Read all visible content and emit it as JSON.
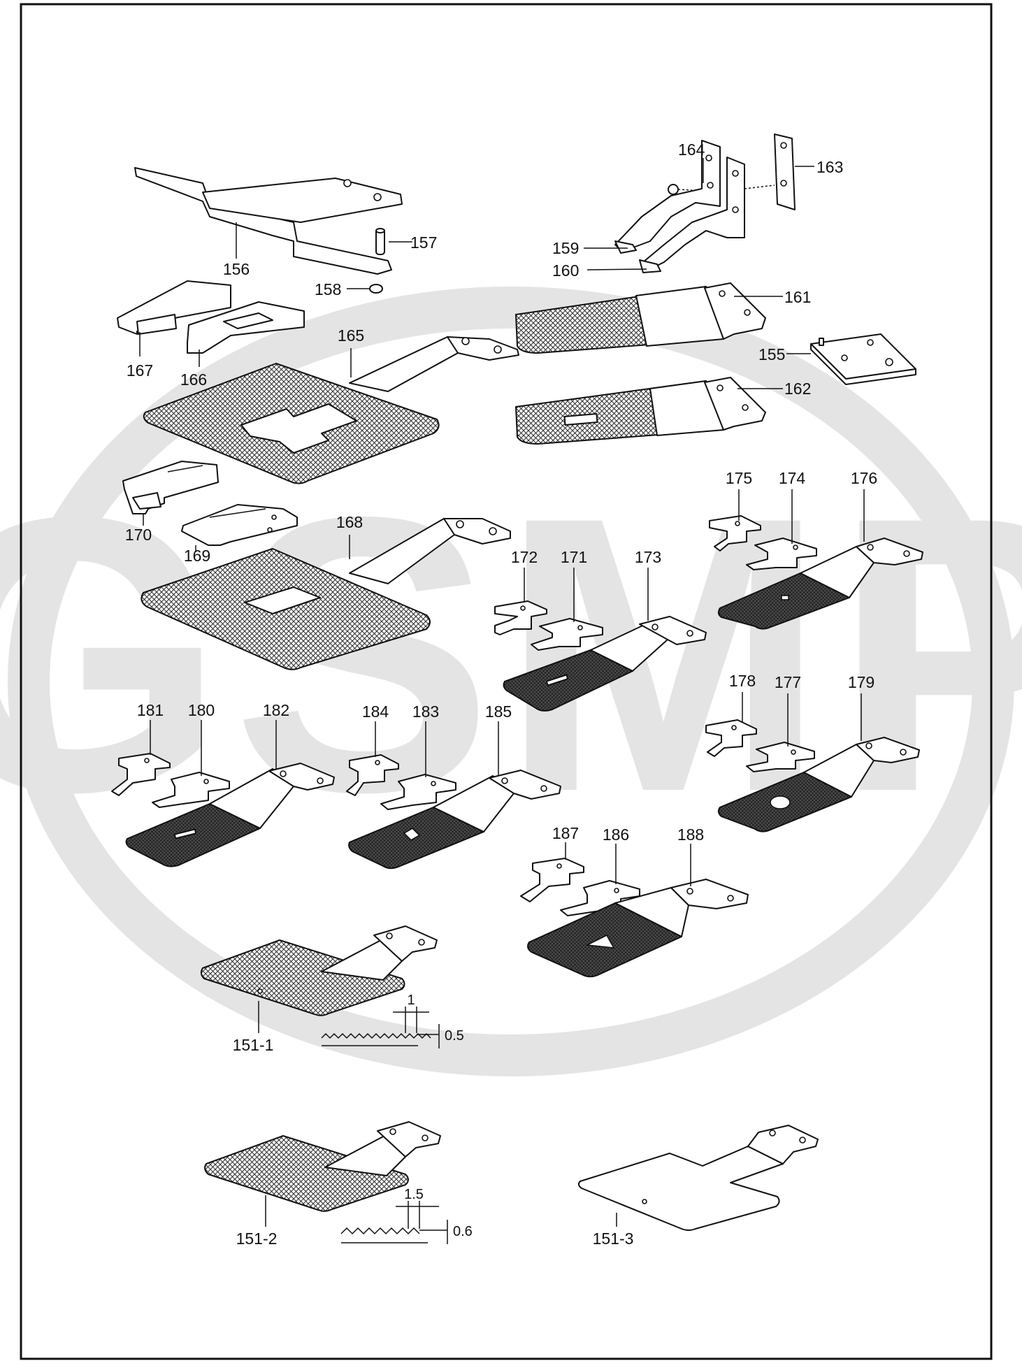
{
  "watermark": {
    "text": "GSMP",
    "color": "#e4e4e4"
  },
  "parts": [
    {
      "label": "156"
    },
    {
      "label": "157"
    },
    {
      "label": "158"
    },
    {
      "label": "164"
    },
    {
      "label": "163"
    },
    {
      "label": "159"
    },
    {
      "label": "160"
    },
    {
      "label": "161"
    },
    {
      "label": "155"
    },
    {
      "label": "162"
    },
    {
      "label": "167"
    },
    {
      "label": "166"
    },
    {
      "label": "165"
    },
    {
      "label": "170"
    },
    {
      "label": "169"
    },
    {
      "label": "168"
    },
    {
      "label": "175"
    },
    {
      "label": "174"
    },
    {
      "label": "176"
    },
    {
      "label": "172"
    },
    {
      "label": "171"
    },
    {
      "label": "173"
    },
    {
      "label": "178"
    },
    {
      "label": "177"
    },
    {
      "label": "179"
    },
    {
      "label": "181"
    },
    {
      "label": "180"
    },
    {
      "label": "182"
    },
    {
      "label": "184"
    },
    {
      "label": "183"
    },
    {
      "label": "185"
    },
    {
      "label": "187"
    },
    {
      "label": "186"
    },
    {
      "label": "188"
    },
    {
      "label": "151-1"
    },
    {
      "label": "151-2"
    },
    {
      "label": "151-3"
    }
  ],
  "dimensions": {
    "d1_pitch": "1",
    "d1_depth": "0.5",
    "d2_pitch": "1.5",
    "d2_depth": "0.6"
  }
}
